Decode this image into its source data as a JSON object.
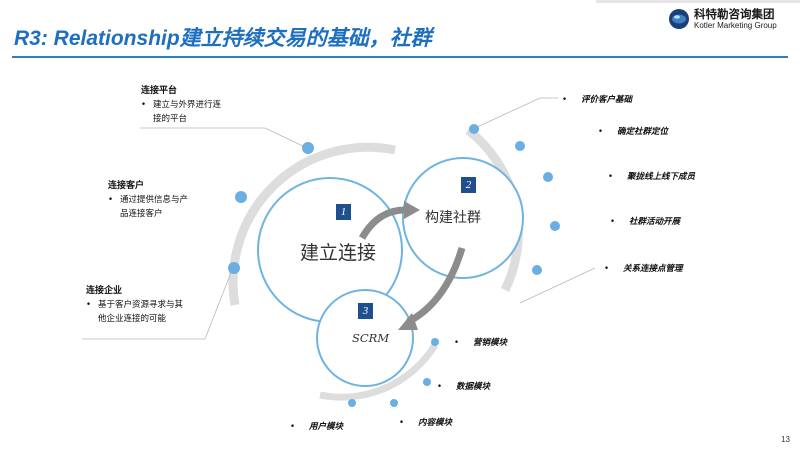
{
  "title": "R3: Relationship建立持续交易的基础，社群",
  "logo": {
    "cn": "科特勒咨询集团",
    "en": "Kotler Marketing Group"
  },
  "page_number": "13",
  "circles": {
    "c1": {
      "number": "1",
      "label": "建立连接"
    },
    "c2": {
      "number": "2",
      "label": "构建社群"
    },
    "c3": {
      "number": "3",
      "label": "SCRM"
    }
  },
  "left_annotations": [
    {
      "heading": "连接平台",
      "bullets": [
        "建立与外界进行连",
        "接的平台"
      ]
    },
    {
      "heading": "连接客户",
      "bullets": [
        "通过提供信息与产",
        "品连接客户"
      ]
    },
    {
      "heading": "连接企业",
      "bullets": [
        "基于客户资源寻求与其",
        "他企业连接的可能"
      ]
    }
  ],
  "community_items": [
    "评价客户基础",
    "确定社群定位",
    "聚拢线上线下成员",
    "社群活动开展",
    "关系连接点管理"
  ],
  "scrm_items": [
    "营销模块",
    "数据模块",
    "内容模块",
    "用户模块"
  ],
  "colors": {
    "title_blue": "#1f6fbf",
    "ring_grey": "#dcdcdc",
    "circle_stroke": "#6fb3e0",
    "node_blue": "#6aaee2",
    "number_box": "#1f4f8c",
    "arrow_grey": "#8c8c8c"
  }
}
